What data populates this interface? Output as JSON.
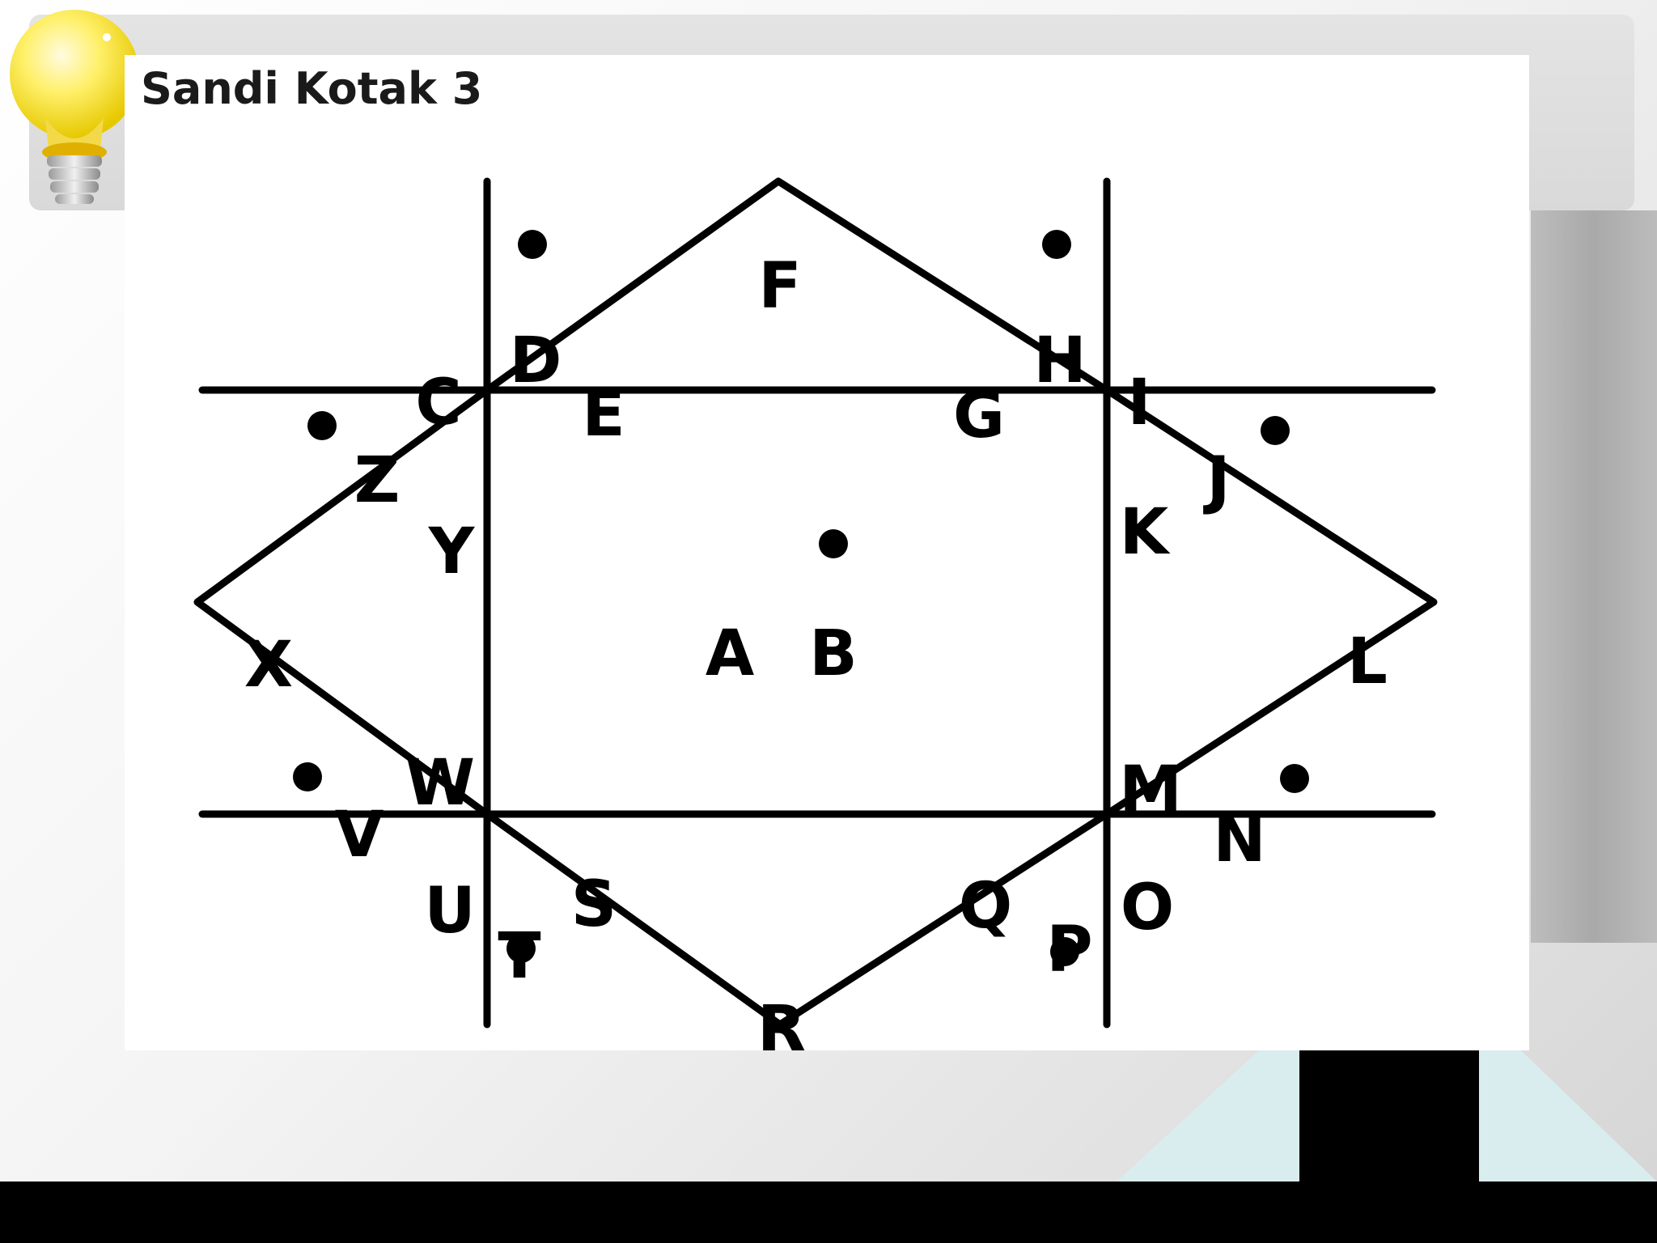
{
  "slide": {
    "title": "Sandi Kotak 3"
  },
  "diagram": {
    "letters": [
      "A",
      "B",
      "C",
      "D",
      "E",
      "F",
      "G",
      "H",
      "I",
      "J",
      "K",
      "L",
      "M",
      "N",
      "O",
      "P",
      "Q",
      "R",
      "S",
      "T",
      "U",
      "V",
      "W",
      "X",
      "Y",
      "Z"
    ],
    "dotted_letters": [
      "B",
      "D",
      "H",
      "J",
      "N",
      "P",
      "T",
      "V",
      "Z"
    ]
  }
}
